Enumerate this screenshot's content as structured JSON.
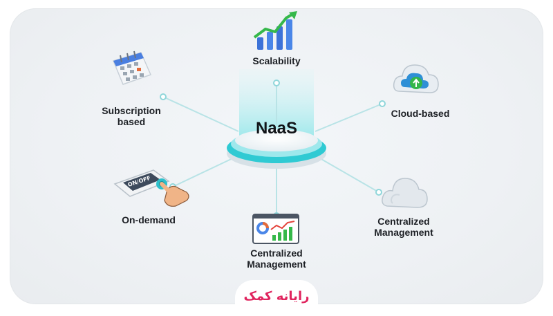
{
  "hub": {
    "title": "NaaS"
  },
  "nodes": {
    "scalability": "Scalability",
    "subscription": "Subscription\nbased",
    "cloud_based": "Cloud-based",
    "on_demand": "On-demand",
    "centralized_bottom": "Centralized\nManagement",
    "centralized_right": "Centralized\nManagement"
  },
  "device_label": "ON/OFF",
  "brand": "رایانه کمک",
  "colors": {
    "accent": "#27c4cf",
    "line": "#b8e3e6",
    "brand": "#e0245e",
    "text": "#1c1f24"
  },
  "icons": [
    "growth-chart-icon",
    "calendar-icon",
    "cloud-sync-icon",
    "power-switch-icon",
    "analytics-monitor-icon",
    "cloud-icon"
  ]
}
